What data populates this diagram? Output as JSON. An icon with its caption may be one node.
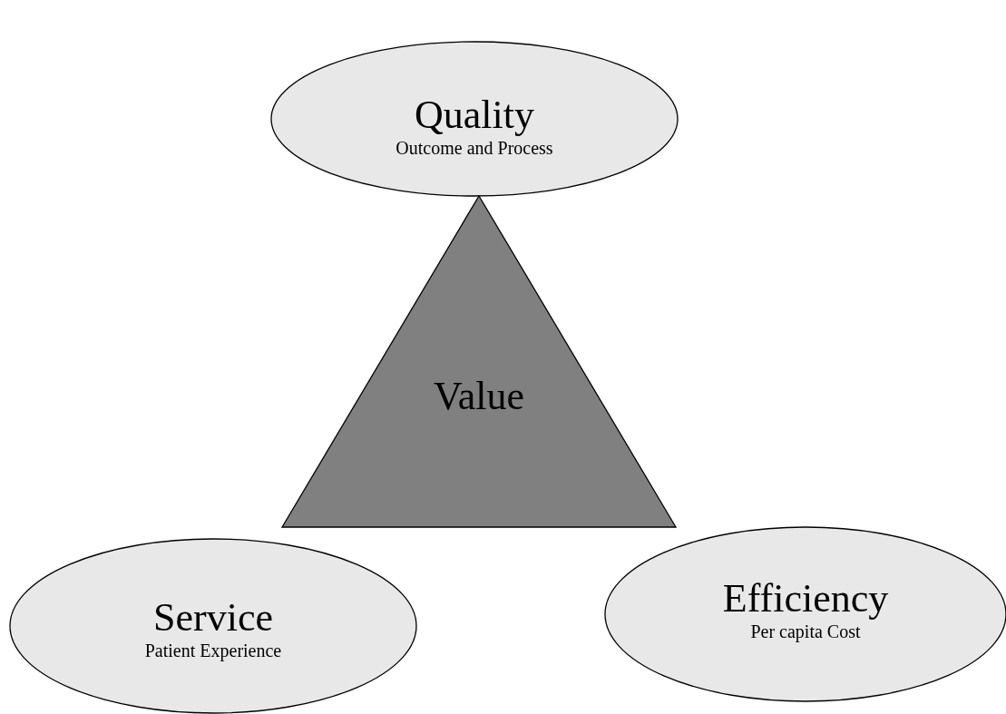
{
  "diagram": {
    "nodes": [
      {
        "text": [
          "Quality",
          "Outcome and Process"
        ]
      },
      {
        "text": [
          "Value"
        ]
      },
      {
        "text": [
          "Service",
          "Patient Experience"
        ]
      },
      {
        "text": [
          "Efficiency",
          "Per capita Cost"
        ]
      }
    ]
  }
}
